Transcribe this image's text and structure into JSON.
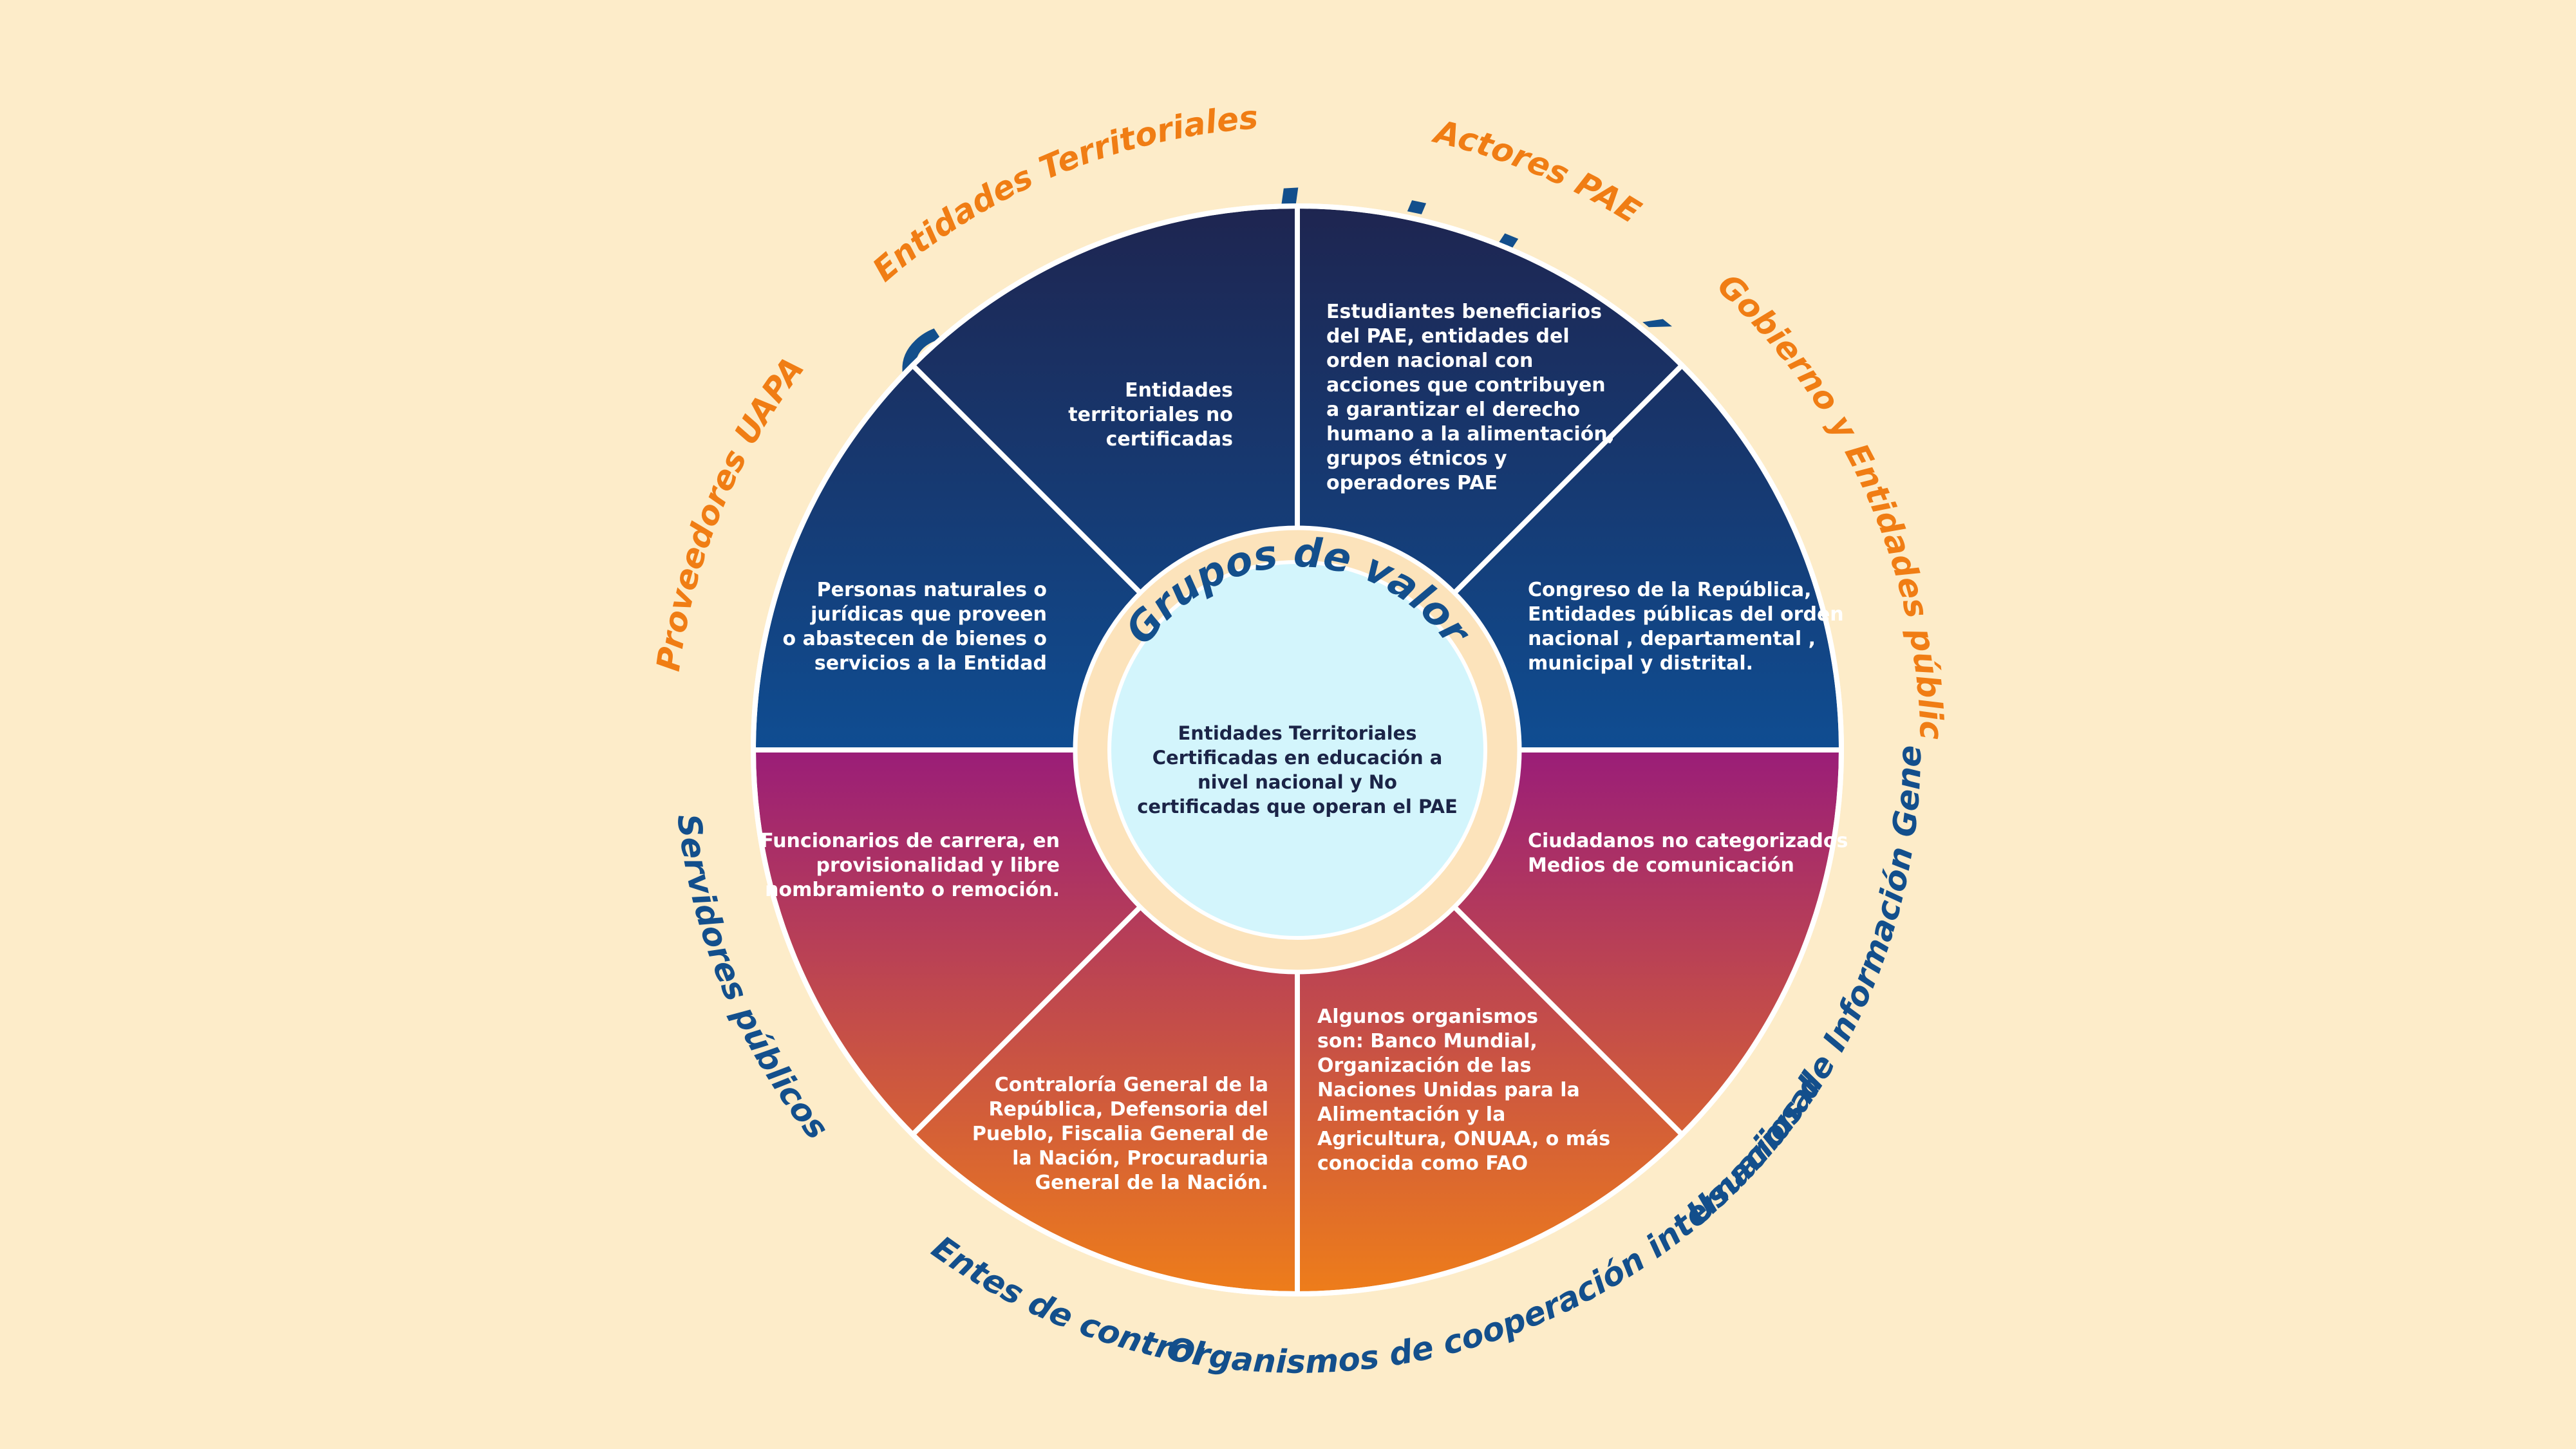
{
  "title": "Grupos de interés",
  "center": {
    "heading": "Grupos de valor",
    "description": "Entidades Territoriales Certificadas en educación a nivel nacional y No certificadas que operan el PAE"
  },
  "colors": {
    "background": "#fdecc9",
    "title": "#134f8c",
    "label_orange": "#f07d14",
    "label_blue": "#134f8c",
    "top_gradient_start": "#1e2550",
    "top_gradient_end": "#0f4d92",
    "bottom_gradient_start": "#9a1d78",
    "bottom_gradient_end": "#ee7d1a",
    "center_fill": "#d3f5fc",
    "ring_fill": "#fce3bb",
    "center_text": "#1b2447"
  },
  "segments": [
    {
      "label": "Entidades Territoriales",
      "lines": [
        "Entidades",
        "territoriales no",
        "certificadas"
      ]
    },
    {
      "label": "Actores PAE",
      "lines": [
        "Estudiantes beneficiarios",
        "del PAE, entidades del",
        "orden nacional con",
        "acciones que contribuyen",
        "a garantizar el derecho",
        "humano a la alimentación,",
        "grupos étnicos y",
        "operadores PAE"
      ]
    },
    {
      "label": "Gobierno y Entidades públicas",
      "lines": [
        "Congreso de la República,",
        "Entidades públicas del orden",
        "nacional , departamental ,",
        "municipal y distrital."
      ]
    },
    {
      "label": "Usuarios de Información General",
      "lines": [
        "Ciudadanos no categorizados",
        "Medios de comunicación"
      ]
    },
    {
      "label": "Organismos de cooperación internacional",
      "lines": [
        "Algunos organismos",
        "son: Banco Mundial,",
        "Organización de las",
        "Naciones Unidas para la",
        "Alimentación y la",
        "Agricultura, ONUAA, o más",
        "conocida como FAO"
      ]
    },
    {
      "label": "Entes de control",
      "lines": [
        "Contraloría General de la",
        "República, Defensoria del",
        "Pueblo, Fiscalia General de",
        "la Nación, Procuraduria",
        "General de la Nación."
      ]
    },
    {
      "label": "Servidores públicos",
      "lines": [
        "Funcionarios de carrera, en",
        "provisionalidad y libre",
        "nombramiento o remoción."
      ]
    },
    {
      "label": "Proveedores UAPA",
      "lines": [
        "Personas naturales o",
        "jurídicas que proveen",
        "o abastecen de bienes o",
        "servicios a la Entidad"
      ]
    }
  ]
}
